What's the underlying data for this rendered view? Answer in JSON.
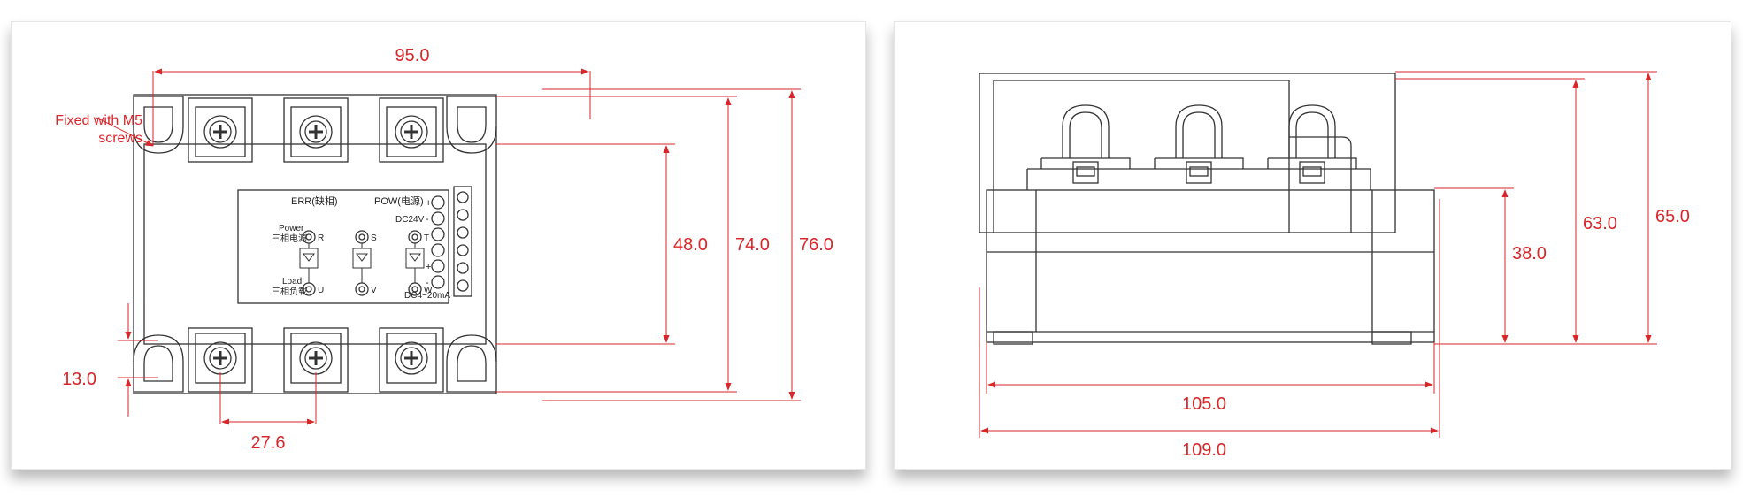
{
  "colors": {
    "dimension": "#d9262a",
    "outline": "#333333",
    "background": "#ffffff"
  },
  "front_view": {
    "note_line1": "Fixed with M5",
    "note_line2": "screws",
    "dim_width_top": "95.0",
    "dim_inner_height": "48.0",
    "dim_mid_height": "74.0",
    "dim_total_height": "76.0",
    "dim_slot": "13.0",
    "dim_pitch": "27.6",
    "panel": {
      "err_label": "ERR(缺相)",
      "pow_label": "POW(电源)",
      "power_en": "Power",
      "power_cn": "三相电源",
      "load_en": "Load",
      "load_cn": "三相负载",
      "phase_r": "R",
      "phase_s": "S",
      "phase_t": "T",
      "phase_u": "U",
      "phase_v": "V",
      "phase_w": "W",
      "dc24v": "DC24V",
      "dc420": "DC4~20mA",
      "plus1": "+",
      "minus1": "-",
      "plus2": "+",
      "minus2": "-"
    }
  },
  "side_view": {
    "dim_bottom_inner": "105.0",
    "dim_bottom_outer": "109.0",
    "dim_h38": "38.0",
    "dim_h63": "63.0",
    "dim_h65": "65.0"
  }
}
